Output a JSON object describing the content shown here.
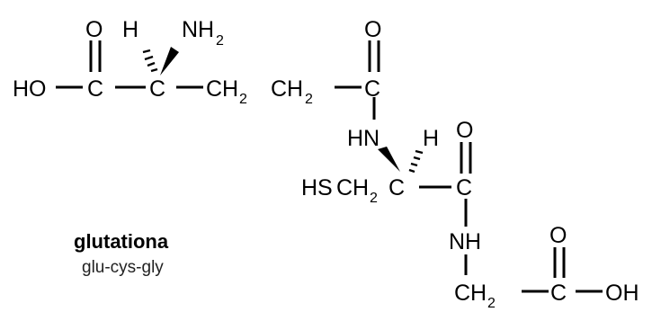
{
  "atoms": {
    "ho_left": "HO",
    "c1": "C",
    "o1": "O",
    "c2": "C",
    "h1": "H",
    "nh": "NH",
    "nh_sub": "2",
    "ch_a": "CH",
    "ch_a_sub": "2",
    "ch_b": "CH",
    "ch_b_sub": "2",
    "c3": "C",
    "o3": "O",
    "hn": "HN",
    "h2": "H",
    "hs": "HS",
    "ch_c": "CH",
    "ch_c_sub": "2",
    "c4": "C",
    "c5": "C",
    "o5": "O",
    "nh2": "NH",
    "ch_d": "CH",
    "ch_d_sub": "2",
    "c6": "C",
    "o6": "O",
    "oh": "OH"
  },
  "caption": {
    "title": "glutationa",
    "subtitle": "glu-cys-gly"
  }
}
